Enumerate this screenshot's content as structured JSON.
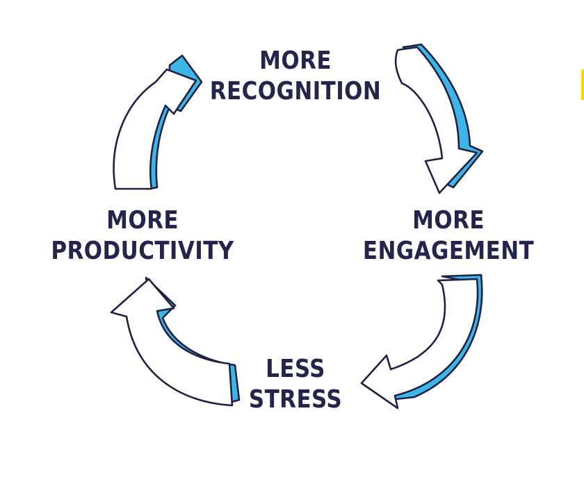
{
  "diagram": {
    "nodes": [
      {
        "id": "top",
        "lines": [
          "MORE",
          "RECOGNITION"
        ]
      },
      {
        "id": "right",
        "lines": [
          "MORE",
          "ENGAGEMENT"
        ]
      },
      {
        "id": "bottom",
        "lines": [
          "LESS",
          "STRESS"
        ]
      },
      {
        "id": "left",
        "lines": [
          "MORE",
          "PRODUCTIVITY"
        ]
      }
    ],
    "edges": [
      {
        "from": "top",
        "to": "right"
      },
      {
        "from": "right",
        "to": "bottom"
      },
      {
        "from": "bottom",
        "to": "left"
      },
      {
        "from": "left",
        "to": "top"
      }
    ]
  },
  "colors": {
    "text": "#23264a",
    "arrow_side": "#3db5e6",
    "arrow_outline": "#1f2142",
    "accent": "#f5d90a"
  }
}
